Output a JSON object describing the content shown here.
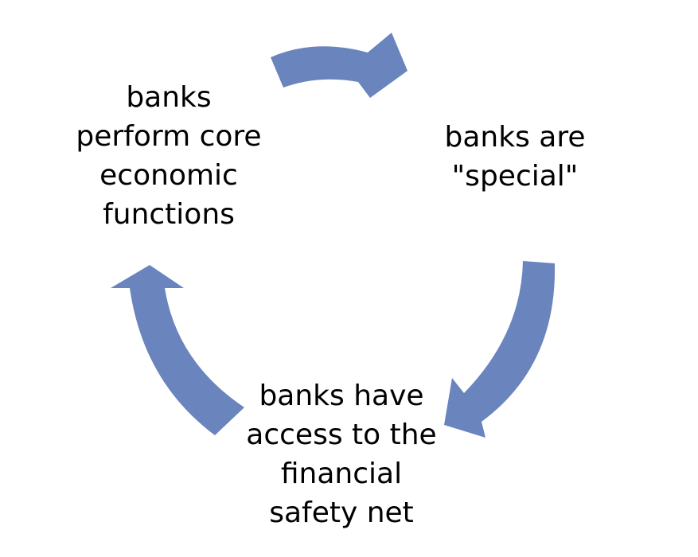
{
  "diagram": {
    "nodes": [
      {
        "id": "core-functions",
        "label": "banks\nperform core\neconomic\nfunctions"
      },
      {
        "id": "special",
        "label": "banks are\n\"special\""
      },
      {
        "id": "safety-net",
        "label": "banks have\naccess to the\nfinancial\nsafety net"
      }
    ],
    "edges": [
      {
        "from": "core-functions",
        "to": "special"
      },
      {
        "from": "special",
        "to": "safety-net"
      },
      {
        "from": "safety-net",
        "to": "core-functions"
      }
    ],
    "colors": {
      "arrow": "#6A84BE",
      "text": "#000000",
      "background": "#FFFFFF"
    }
  }
}
